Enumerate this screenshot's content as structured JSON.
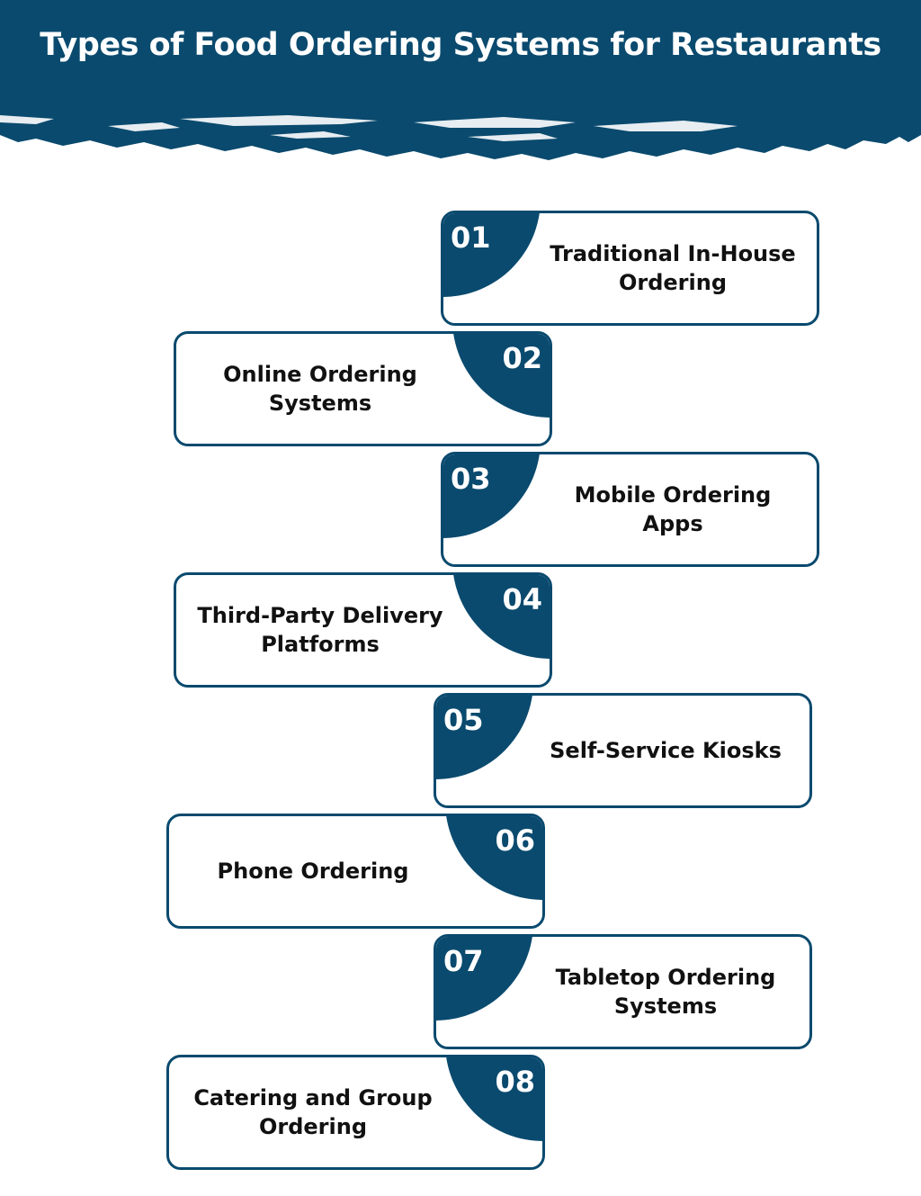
{
  "title": "Types of Food Ordering Systems for Restaurants",
  "colors": {
    "banner": "#0a4a6e",
    "accent": "#0a4a6e",
    "text": "#111111",
    "background": "#ffffff"
  },
  "steps": [
    {
      "number": "01",
      "label": "Traditional In-House Ordering"
    },
    {
      "number": "02",
      "label": "Online Ordering Systems"
    },
    {
      "number": "03",
      "label": "Mobile Ordering Apps"
    },
    {
      "number": "04",
      "label": "Third-Party Delivery Platforms"
    },
    {
      "number": "05",
      "label": "Self-Service Kiosks"
    },
    {
      "number": "06",
      "label": "Phone Ordering"
    },
    {
      "number": "07",
      "label": "Tabletop Ordering Systems"
    },
    {
      "number": "08",
      "label": "Catering and Group Ordering"
    }
  ]
}
